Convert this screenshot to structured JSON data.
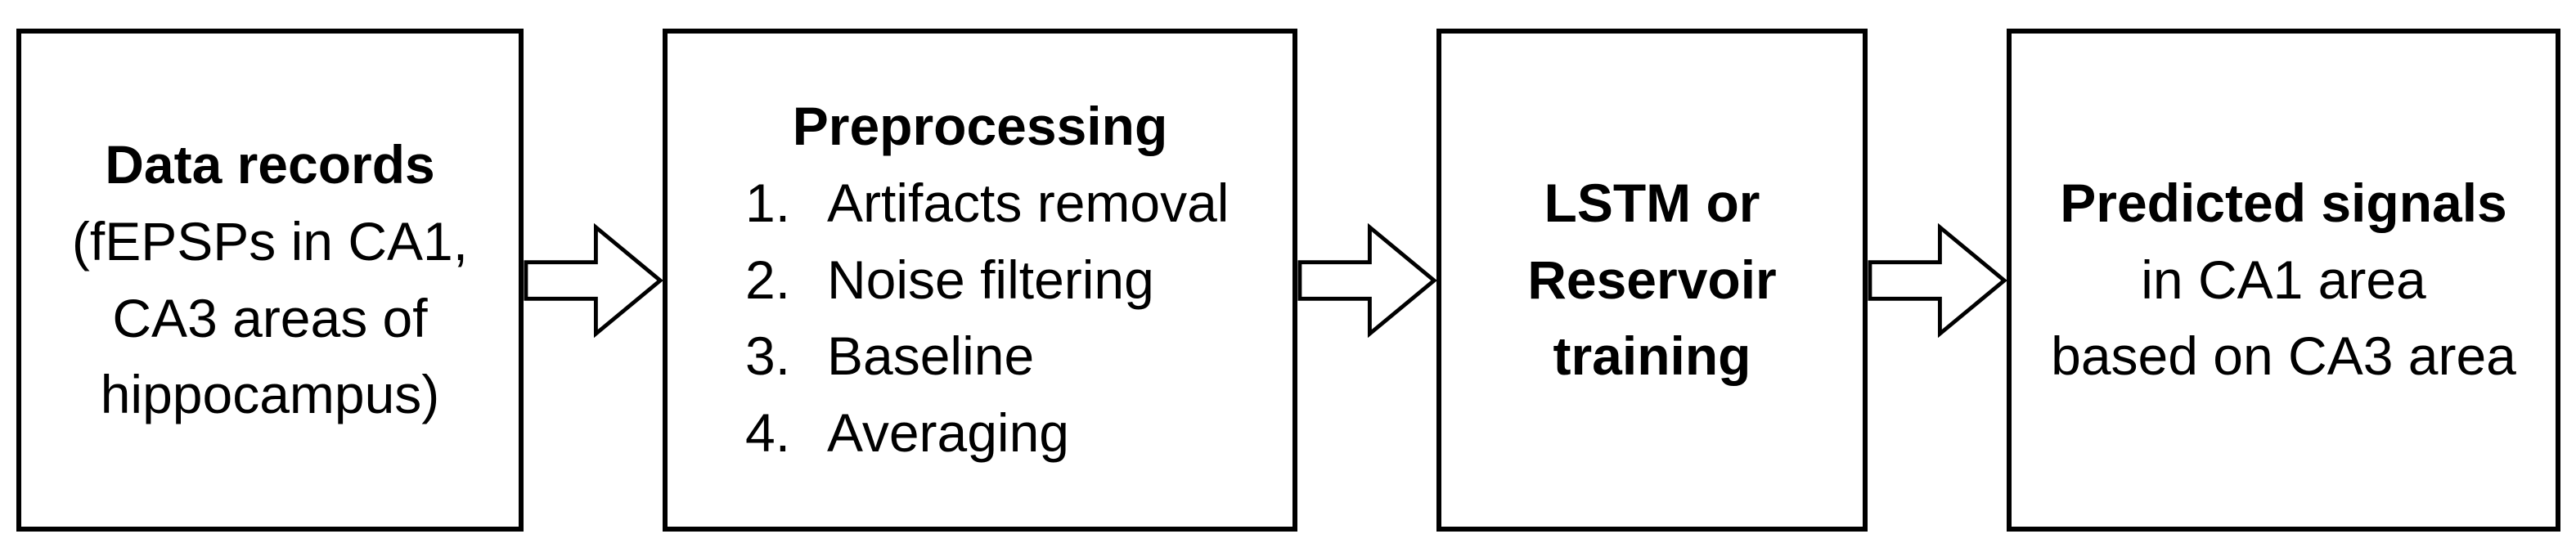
{
  "colors": {
    "background": "#ffffff",
    "box_fill": "#ffffff",
    "box_border": "#000000",
    "text": "#000000",
    "arrow_fill": "#ffffff",
    "arrow_stroke": "#000000"
  },
  "icons": {
    "connector": "block-arrow-right"
  },
  "flow": {
    "box1": {
      "title": "Data records",
      "line2": "(fEPSPs in CA1,",
      "line3": "CA3 areas of",
      "line4": "hippocampus)"
    },
    "box2": {
      "title": "Preprocessing",
      "items": [
        {
          "num": "1.",
          "label": "Artifacts removal"
        },
        {
          "num": "2.",
          "label": "Noise filtering"
        },
        {
          "num": "3.",
          "label": "Baseline"
        },
        {
          "num": "4.",
          "label": "Averaging"
        }
      ]
    },
    "box3": {
      "line1": "LSTM or",
      "line2": "Reservoir",
      "line3": "training"
    },
    "box4": {
      "title": "Predicted signals",
      "line2": "in CA1 area",
      "line3": "based on CA3 area"
    }
  }
}
